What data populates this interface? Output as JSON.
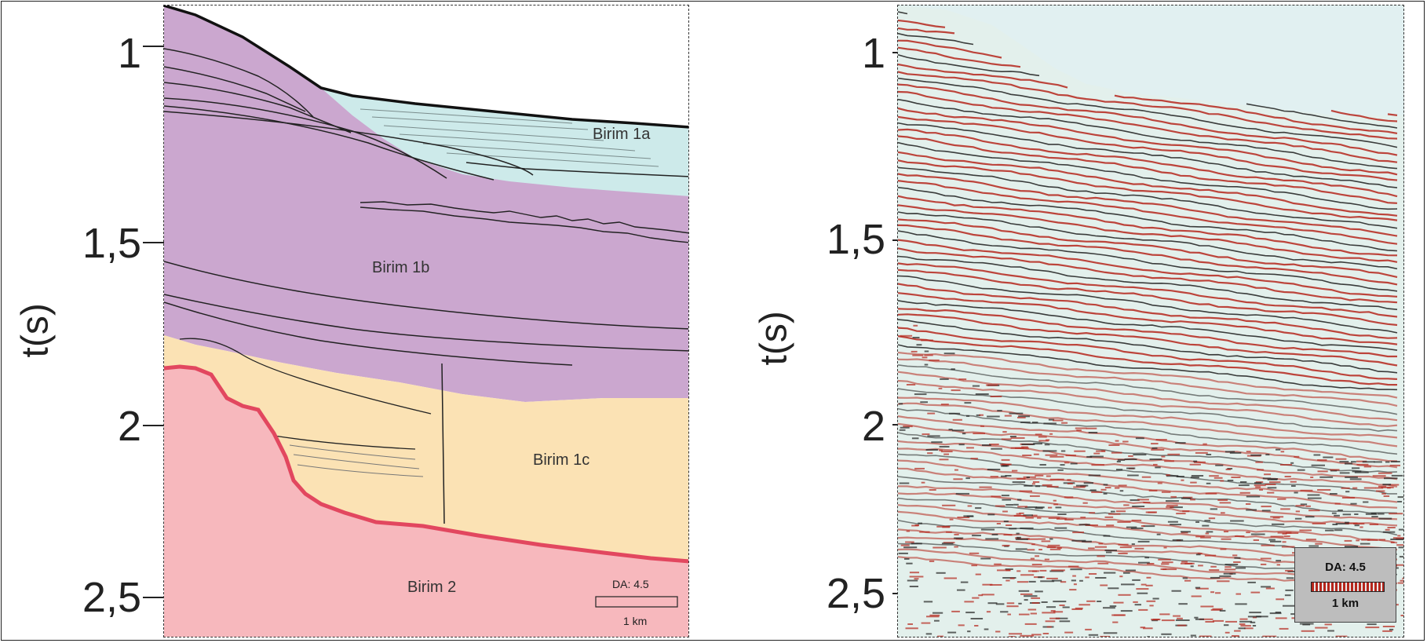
{
  "axis": {
    "title": "t(s)",
    "ticks": [
      "1",
      "1,5",
      "2",
      "2,5"
    ]
  },
  "interpretation": {
    "units": [
      {
        "label": "Birim 1a",
        "color": "#cdeaea"
      },
      {
        "label": "Birim 1b",
        "color": "#cba7cf"
      },
      {
        "label": "Birim 1c",
        "color": "#fbe2b4"
      },
      {
        "label": "Birim 2",
        "color": "#f7b8bd"
      }
    ],
    "scale": {
      "da": "DA: 4.5",
      "length": "1 km"
    }
  },
  "seismic": {
    "scale": {
      "da": "DA: 4.5",
      "length": "1 km"
    }
  },
  "colors": {
    "horizon_line": "#222222",
    "unit2_boundary": "#e2475f",
    "seismic_background": "#e3f0ec",
    "seismic_water": "#e1f0f1",
    "seismic_red": "#b5261c"
  }
}
